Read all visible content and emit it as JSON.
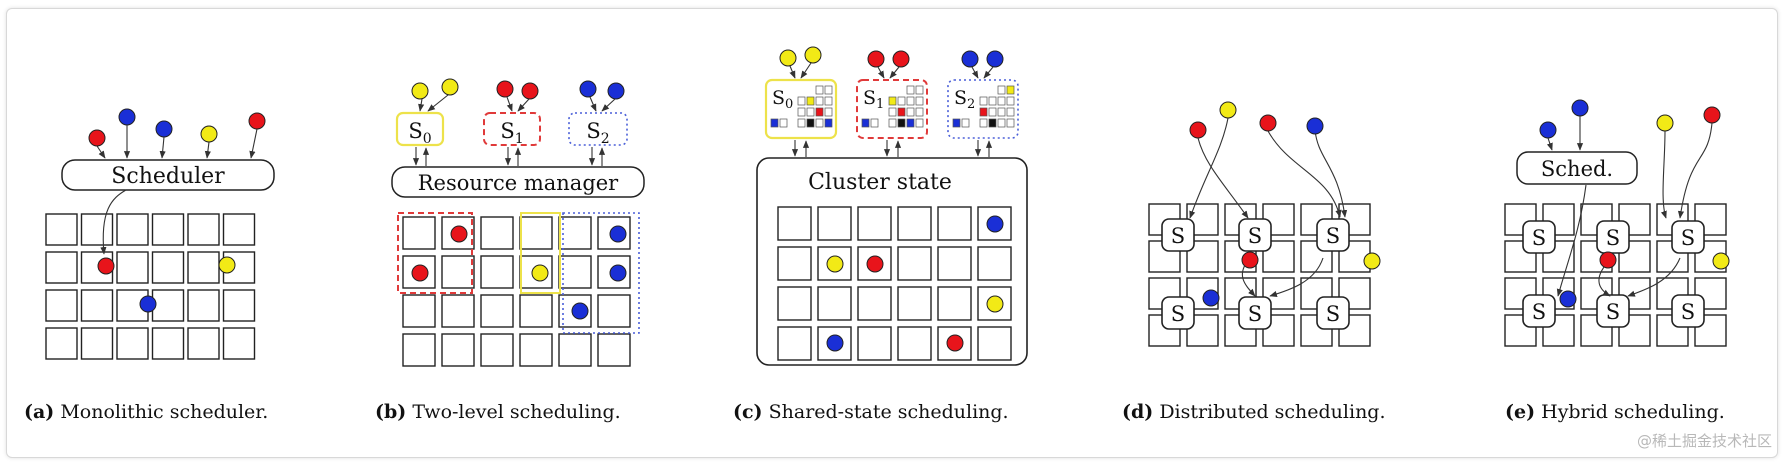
{
  "colors": {
    "red": "#e8141b",
    "blue": "#1a2fd6",
    "yellow": "#f2ea16",
    "yellow_border": "#ede24a",
    "red_dash": "#e03a3a",
    "blue_dot": "#4a5fd8"
  },
  "panels": {
    "a": {
      "caption_prefix": "(a)",
      "caption_text": "Monolithic scheduler.",
      "scheduler_label": "Scheduler"
    },
    "b": {
      "caption_prefix": "(b)",
      "caption_text": "Two-level scheduling.",
      "manager_label": "Resource manager",
      "schedulers": [
        {
          "base": "S",
          "sub": "0"
        },
        {
          "base": "S",
          "sub": "1"
        },
        {
          "base": "S",
          "sub": "2"
        }
      ]
    },
    "c": {
      "caption_prefix": "(c)",
      "caption_text": "Shared-state scheduling.",
      "state_label": "Cluster state",
      "schedulers": [
        {
          "base": "S",
          "sub": "0"
        },
        {
          "base": "S",
          "sub": "1"
        },
        {
          "base": "S",
          "sub": "2"
        }
      ]
    },
    "d": {
      "caption_prefix": "(d)",
      "caption_text": "Distributed scheduling.",
      "node_label": "S"
    },
    "e": {
      "caption_prefix": "(e)",
      "caption_text": "Hybrid scheduling.",
      "node_label": "S",
      "scheduler_label": "Sched."
    }
  },
  "watermark": "@稀土掘金技术社区"
}
